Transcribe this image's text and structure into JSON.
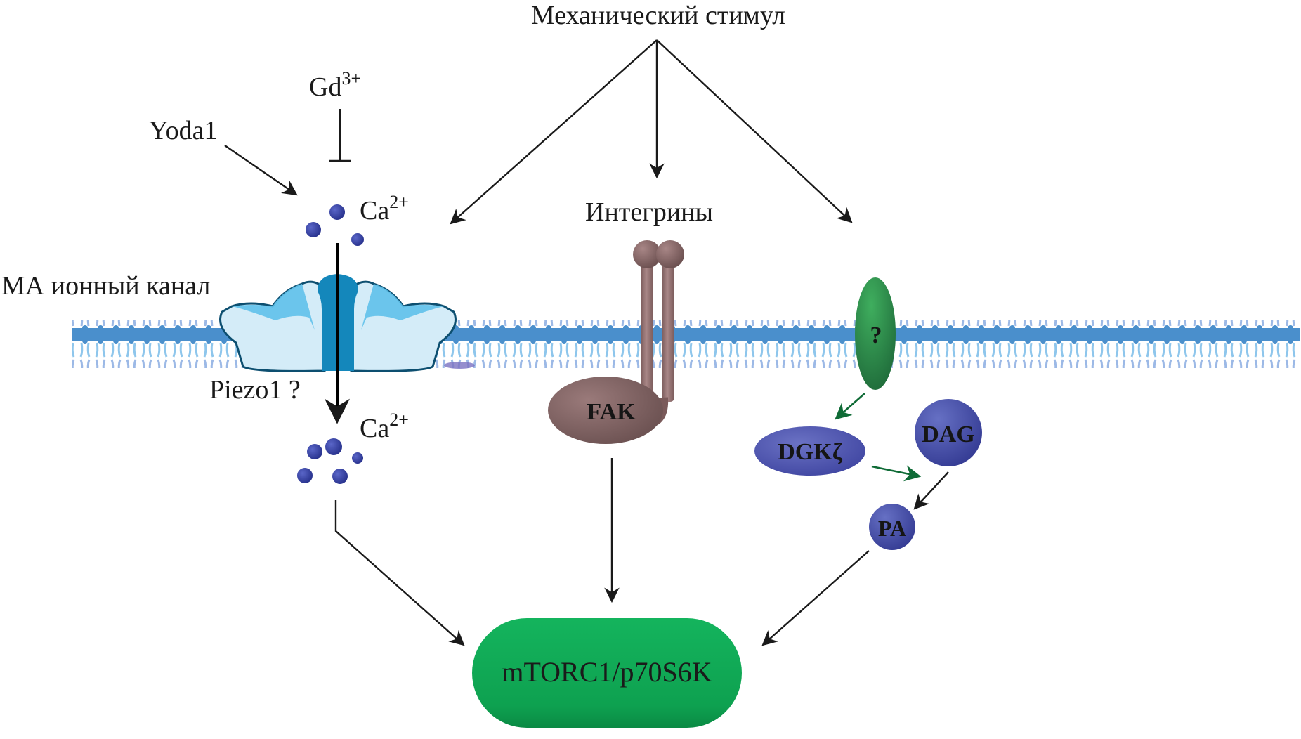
{
  "title": "Механический стимул",
  "colors": {
    "membrane_head": "#4a8fcc",
    "membrane_tail": "#8ec6ec",
    "channel_light": "#d4ecf8",
    "channel_mid": "#5fc1ea",
    "channel_dark": "#1487bb",
    "calcium": "#2e3a9a",
    "integrin": "#8a6464",
    "fak": "#7d5f5f",
    "unknown_receptor": "#2e8b4a",
    "dgk": "#5258b0",
    "dag_pa": "#434aa4",
    "mtorc": "#0fa552",
    "green_arrow": "#0f6b36"
  },
  "labels": {
    "stimulus": "Механический стимул",
    "gd": "Gd",
    "gd_charge": "3+",
    "yoda": "Yoda1",
    "ca_top": "Ca",
    "ca_top_charge": "2+",
    "ma_channel": "МА ионный канал",
    "piezo": "Piezo1 ?",
    "ca_bottom": "Ca",
    "ca_bottom_charge": "2+",
    "integrins": "Интегрины",
    "fak": "FAK",
    "unknown_receptor": "?",
    "dgk": "DGKζ",
    "dag": "DAG",
    "pa": "PA",
    "mtorc": "mTORC1/p70S6K"
  },
  "relations": [
    {
      "from": "Механический стимул",
      "to": "МА ионный канал",
      "type": "activation"
    },
    {
      "from": "Механический стимул",
      "to": "Интегрины",
      "type": "activation"
    },
    {
      "from": "Механический стимул",
      "to": "?",
      "type": "activation"
    },
    {
      "from": "Yoda1",
      "to": "Ca2+ influx",
      "type": "activation"
    },
    {
      "from": "Gd3+",
      "to": "Ca2+ influx",
      "type": "inhibition"
    },
    {
      "from": "Ca2+",
      "to": "mTORC1/p70S6K",
      "type": "activation"
    },
    {
      "from": "FAK",
      "to": "mTORC1/p70S6K",
      "type": "activation"
    },
    {
      "from": "?",
      "to": "DGKζ",
      "type": "activation"
    },
    {
      "from": "DGKζ",
      "to": "DAG→PA",
      "type": "conversion"
    },
    {
      "from": "DAG",
      "to": "PA",
      "type": "conversion"
    },
    {
      "from": "PA",
      "to": "mTORC1/p70S6K",
      "type": "activation"
    }
  ]
}
